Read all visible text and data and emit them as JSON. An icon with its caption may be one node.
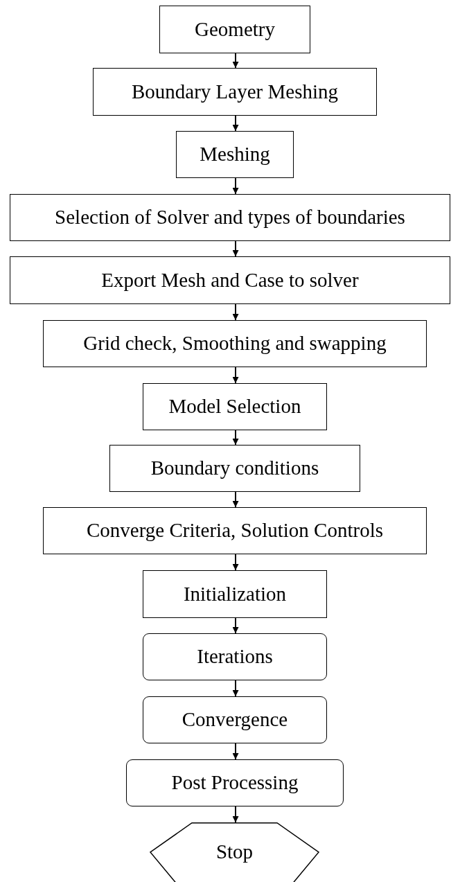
{
  "diagram": {
    "nodes": [
      {
        "text": [
          "Geometry"
        ]
      },
      {
        "text": [
          "Boundary Layer Meshing"
        ]
      },
      {
        "text": [
          "Meshing"
        ]
      },
      {
        "text": [
          "Selection of Solver and types of boundaries"
        ]
      },
      {
        "text": [
          "Export Mesh and Case to solver"
        ]
      },
      {
        "text": [
          "Grid check, Smoothing and swapping"
        ]
      },
      {
        "text": [
          "Model Selection"
        ]
      },
      {
        "text": [
          "Boundary conditions"
        ]
      },
      {
        "text": [
          "Converge Criteria, Solution Controls"
        ]
      },
      {
        "text": [
          "Initialization"
        ]
      },
      {
        "text": [
          "Iterations"
        ]
      },
      {
        "text": [
          "Convergence"
        ]
      },
      {
        "text": [
          "Post Processing"
        ]
      },
      {
        "text": [
          "Stop"
        ]
      }
    ],
    "edges": [
      {
        "from": 0,
        "to": 1,
        "arrow": "to"
      },
      {
        "from": 1,
        "to": 2,
        "arrow": "to"
      },
      {
        "from": 2,
        "to": 3,
        "arrow": "to"
      },
      {
        "from": 3,
        "to": 4,
        "arrow": "to"
      },
      {
        "from": 4,
        "to": 5,
        "arrow": "to"
      },
      {
        "from": 5,
        "to": 6,
        "arrow": "to"
      },
      {
        "from": 6,
        "to": 7,
        "arrow": "to"
      },
      {
        "from": 7,
        "to": 8,
        "arrow": "to"
      },
      {
        "from": 8,
        "to": 9,
        "arrow": "to"
      },
      {
        "from": 9,
        "to": 10,
        "arrow": "to"
      },
      {
        "from": 10,
        "to": 11,
        "arrow": "to"
      },
      {
        "from": 11,
        "to": 12,
        "arrow": "to"
      },
      {
        "from": 12,
        "to": 13,
        "arrow": "to"
      }
    ]
  }
}
